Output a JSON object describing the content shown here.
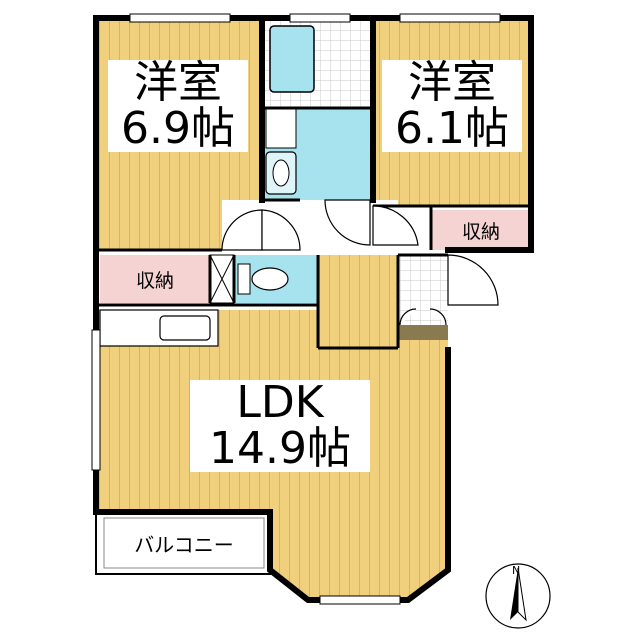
{
  "rooms": {
    "western_room_left": {
      "name": "洋室",
      "size": "6.9帖"
    },
    "western_room_right": {
      "name": "洋室",
      "size": "6.1帖"
    },
    "ldk": {
      "name": "LDK",
      "size": "14.9帖"
    }
  },
  "storage": {
    "left": "収納",
    "right": "収納"
  },
  "balcony": "バルコニー",
  "compass": {
    "north": "N"
  },
  "colors": {
    "floor": "#f0d07c",
    "floor_stripe": "#d9b55a",
    "wet_area": "#a7e3ef",
    "storage_fill": "#f6d3d3",
    "wall": "#000000"
  }
}
